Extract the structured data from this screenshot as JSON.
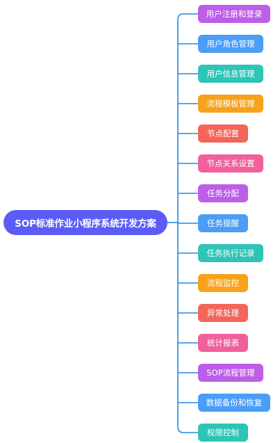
{
  "root": {
    "label": "SOP标准作业小程序系统开发方案",
    "color": "#5b5cf6"
  },
  "connector_color": "#1e88e5",
  "branches": [
    {
      "label": "用户注册和登录",
      "color": "#bd5ee8"
    },
    {
      "label": "用户角色管理",
      "color": "#4a9ef5"
    },
    {
      "label": "用户信息管理",
      "color": "#2ec4b6"
    },
    {
      "label": "流程模板管理",
      "color": "#f7a21b"
    },
    {
      "label": "节点配置",
      "color": "#f2665a"
    },
    {
      "label": "节点关系设置",
      "color": "#f0609c"
    },
    {
      "label": "任务分配",
      "color": "#bd5ee8"
    },
    {
      "label": "任务提醒",
      "color": "#4a9ef5"
    },
    {
      "label": "任务执行记录",
      "color": "#2ec4b6"
    },
    {
      "label": "流程监控",
      "color": "#f7a21b"
    },
    {
      "label": "异常处理",
      "color": "#f2665a"
    },
    {
      "label": "统计报表",
      "color": "#f0609c"
    },
    {
      "label": "SOP流程管理",
      "color": "#bd5ee8"
    },
    {
      "label": "数据备份和恢复",
      "color": "#4a9ef5"
    },
    {
      "label": "权限控制",
      "color": "#2ec4b6"
    }
  ]
}
